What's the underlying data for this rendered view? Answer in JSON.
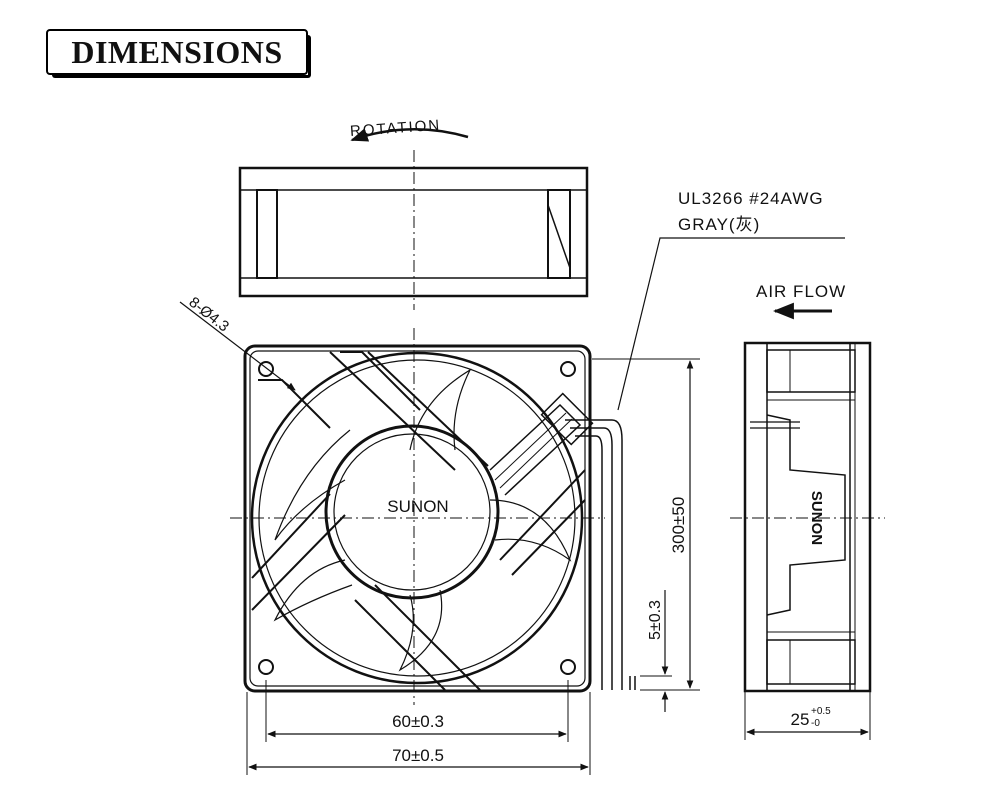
{
  "title": "DIMENSIONS",
  "labels": {
    "rotation": "ROTATION",
    "wire_spec": "UL3266  #24AWG",
    "wire_color": "GRAY(灰)",
    "air_flow": "AIR FLOW",
    "hole_spec": "8-Ø4.3",
    "brand_front": "SUNON",
    "brand_side": "SUNON"
  },
  "dimensions": {
    "hole_pitch": "60±0.3",
    "overall_width": "70±0.5",
    "lead_length": "300±50",
    "strip_length": "5±0.3",
    "thickness_nominal": "25",
    "thickness_tol_upper": "+0.5",
    "thickness_tol_lower": "-0"
  }
}
